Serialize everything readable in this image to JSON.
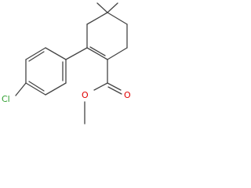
{
  "structure": {
    "atoms": {
      "chlorine": {
        "symbol": "Cl",
        "color": "#2e9e2e"
      },
      "carbonyl_oxygen": {
        "symbol": "O",
        "color": "#e00000"
      },
      "ester_oxygen": {
        "symbol": "O",
        "color": "#e00000"
      }
    },
    "bond_color": "#444444"
  }
}
